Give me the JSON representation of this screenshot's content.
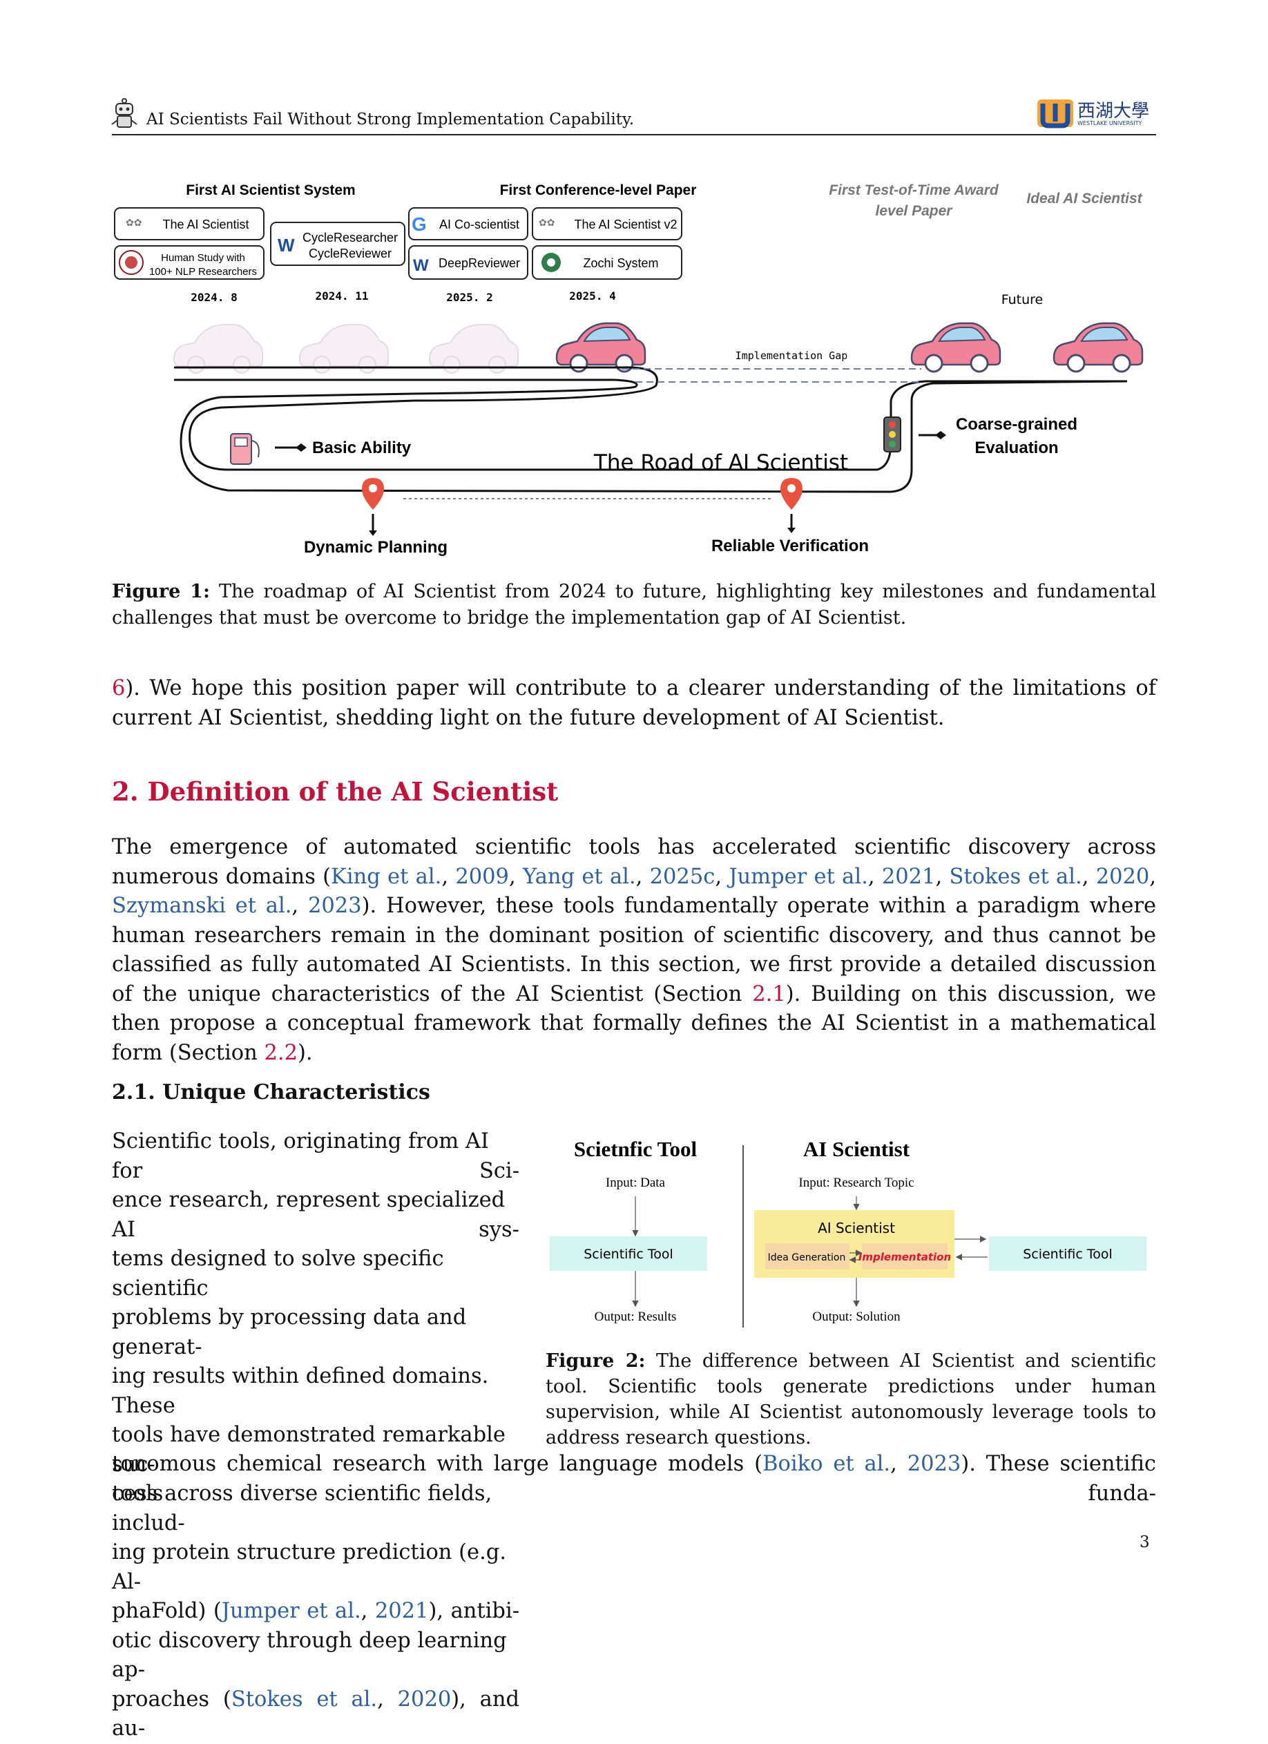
{
  "header": {
    "title": "AI Scientists Fail Without Strong Implementation Capability.",
    "logo_text": "西湖大學",
    "logo_subtext": "WESTLAKE UNIVERSITY"
  },
  "figure1": {
    "heading_first_system": "First AI Scientist System",
    "heading_first_conf": "First Conference-level Paper",
    "heading_test_of_time": [
      "First Test-of-Time Award",
      "level Paper"
    ],
    "heading_ideal": "Ideal AI Scientist",
    "boxes": {
      "ai_scientist": "The AI Scientist",
      "human_study": [
        "Human Study with",
        "100+ NLP Researchers"
      ],
      "cycle": [
        "CycleResearcher",
        "CycleReviewer"
      ],
      "co_scientist": "AI Co-scientist",
      "ai_scientist_v2": "The AI Scientist v2",
      "deep_reviewer": "DeepReviewer",
      "zochi": "Zochi System"
    },
    "dates": [
      "2024. 8",
      "2024. 11",
      "2025. 2",
      "2025. 4"
    ],
    "future": "Future",
    "implementation_gap": "Implementation Gap",
    "road_title": "The Road of AI Scientist",
    "basic_ability": "Basic Ability",
    "coarse_eval": [
      "Coarse-grained",
      "Evaluation"
    ],
    "dynamic_planning": "Dynamic Planning",
    "reliable_verification": "Reliable Verification"
  },
  "caption1": {
    "label": "Figure 1:",
    "text": " The roadmap of AI Scientist from 2024 to future, highlighting key milestones and fundamental challenges that must be overcome to bridge the implementation gap of AI Scientist."
  },
  "para0": {
    "ref": "6",
    "text": "). We hope this position paper will contribute to a clearer understanding of the limitations of current AI Scientist, shedding light on the future development of AI Scientist."
  },
  "section2": {
    "title": "2.  Definition of the AI Scientist"
  },
  "para1": {
    "t1": "The emergence of automated scientific tools has accelerated scientific discovery across numerous domains (",
    "c1": "King et al.",
    "y1": "2009",
    "c2": "Yang et al.",
    "y2": "2025c",
    "c3": "Jumper et al.",
    "y3": "2021",
    "c4": "Stokes et al.",
    "y4": "2020",
    "c5": "Szymanski et al.",
    "y5": "2023",
    "t2": "). However, these tools fundamentally operate within a paradigm where human researchers remain in the dominant position of scientific discovery, and thus cannot be classified as fully automated AI Scientists. In this section, we first provide a detailed discussion of the unique characteristics of the AI Scientist (Section ",
    "r1": "2.1",
    "t3": "). Building on this discussion, we then propose a conceptual framework that formally defines the AI Scientist in a mathematical form (Section ",
    "r2": "2.2",
    "t4": ")."
  },
  "section21": {
    "title": "2.1.  Unique Characteristics"
  },
  "para2": {
    "lines": [
      "Scientific tools, originating from AI for Sci-",
      "ence research, represent specialized AI sys-",
      "tems designed to solve specific scientific",
      "problems by processing data and generat-",
      "ing results within defined domains. These",
      "tools have demonstrated remarkable suc-",
      "cess across diverse scientific fields, includ-",
      "ing protein structure prediction (e.g. Al-"
    ],
    "l9a": "phaFold) (",
    "l9c": "Jumper et al.",
    "l9y": "2021",
    "l9b": "), antibi-",
    "l10": "otic discovery through deep learning ap-",
    "l11a": "proaches (",
    "l11c": "Stokes et al.",
    "l11y": "2020",
    "l11b": "), and au-",
    "l12a": "tonomous chemical research with large language models (",
    "l12c": "Boiko et al.",
    "l12y": "2023",
    "l12b": "). These scientific tools funda-"
  },
  "figure2": {
    "left_title": "Scietnfic Tool",
    "right_title": "AI Scientist",
    "left_input": "Input: Data",
    "left_box": "Scientific Tool",
    "left_output": "Output: Results",
    "right_input": "Input: Research Topic",
    "ai_scientist_label": "AI Scientist",
    "idea_generation": "Idea Generation",
    "implementation": "Implementation",
    "right_tool": "Scientific Tool",
    "right_output": "Output: Solution"
  },
  "caption2": {
    "label": "Figure 2:",
    "text": " The difference between AI Scientist and scientific tool. Scientific tools generate predictions under human supervision, while AI Scientist autonomously leverage tools to address research questions."
  },
  "page_number": "3",
  "colors": {
    "section_red": "#c0143c",
    "cite_blue": "#2e5f9e",
    "car_pink": "#f0829a",
    "car_faded": "#f3eaf2",
    "pin_red": "#e8533f",
    "yellow": "#faeb9a",
    "mint": "#d4f4ef"
  }
}
